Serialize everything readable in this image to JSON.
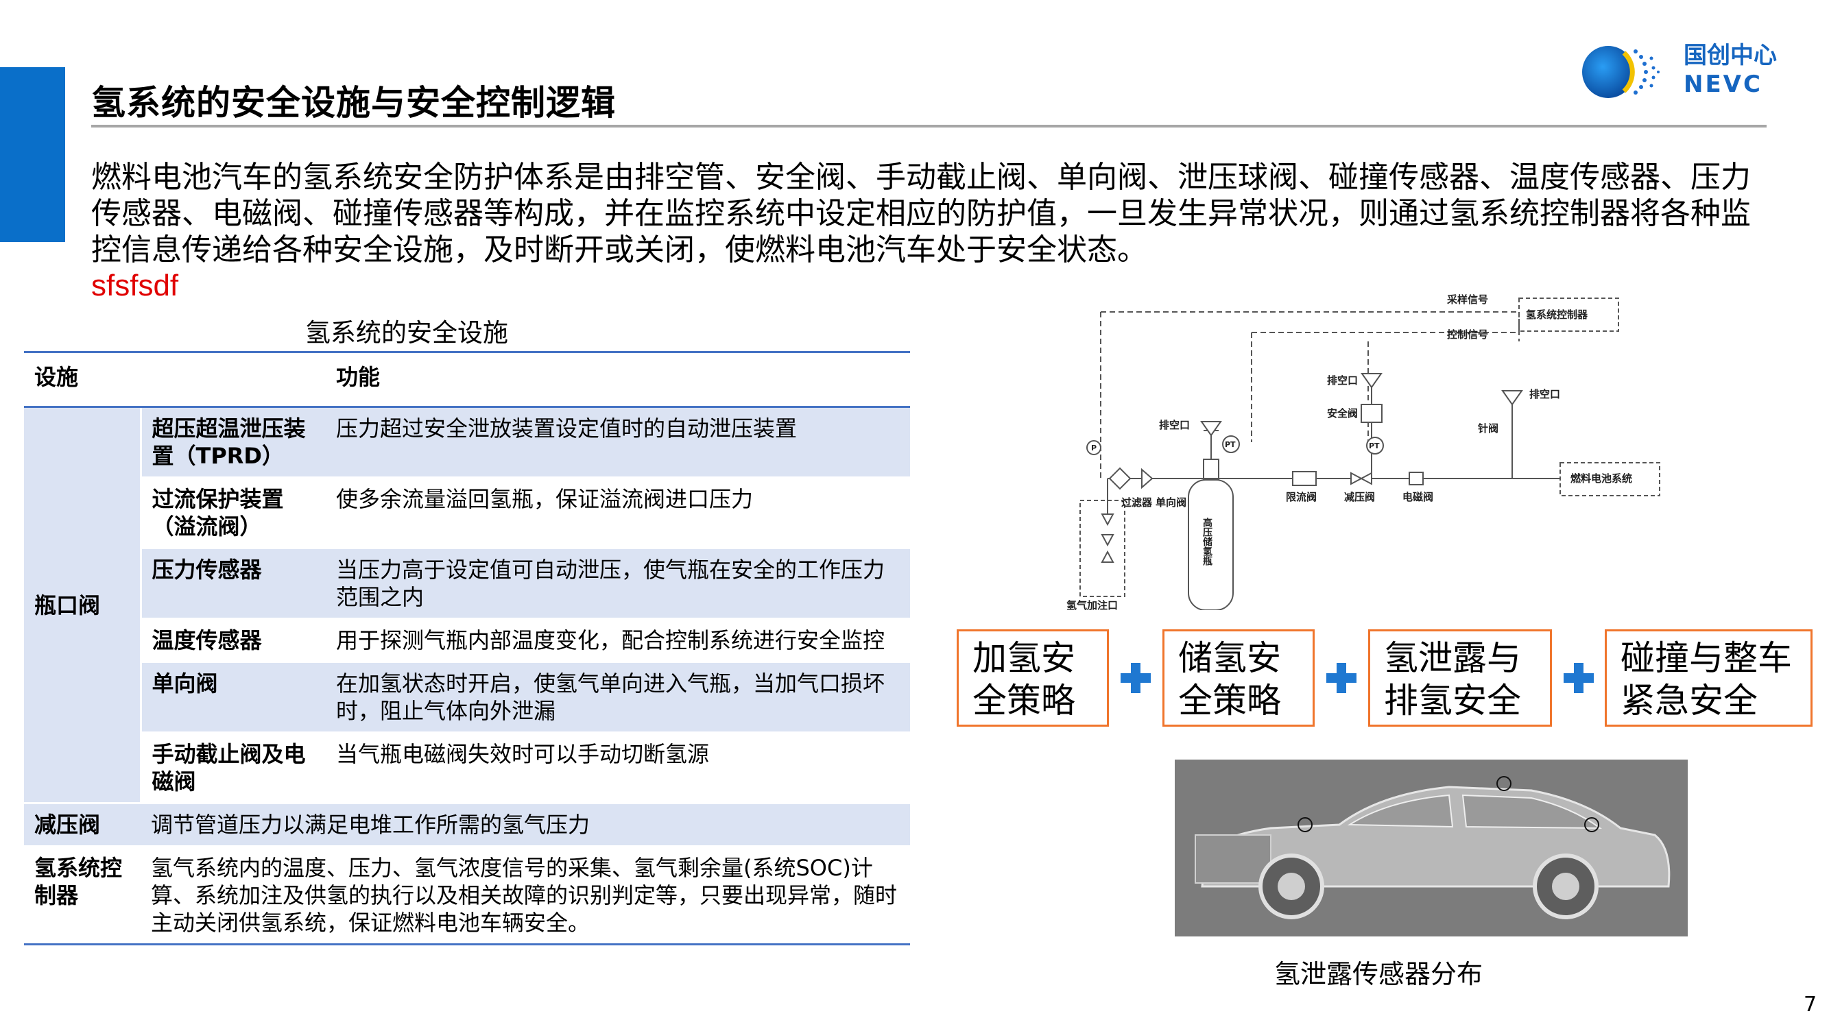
{
  "header": {
    "title": "氢系统的安全设施与安全控制逻辑"
  },
  "logo": {
    "line1": "国创中心",
    "line2": "NEVC"
  },
  "intro": "燃料电池汽车的氢系统安全防护体系是由排空管、安全阀、手动截止阀、单向阀、泄压球阀、碰撞传感器、温度传感器、压力传感器、电磁阀、碰撞传感器等构成，并在监控系统中设定相应的防护值，一旦发生异常状况，则通过氢系统控制器将各种监控信息传递给各种安全设施，及时断开或关闭，使燃料电池汽车处于安全状态。",
  "red_note": "sfsfsdf",
  "table": {
    "caption": "氢系统的安全设施",
    "headers": [
      "设施",
      "功能"
    ],
    "group_bottle": "瓶口阀",
    "bottle_rows": [
      {
        "name": "超压超温泄压装置（TPRD）",
        "func": "压力超过安全泄放装置设定值时的自动泄压装置"
      },
      {
        "name": "过流保护装置（溢流阀）",
        "func": "使多余流量溢回氢瓶，保证溢流阀进口压力"
      },
      {
        "name": "压力传感器",
        "func": "当压力高于设定值可自动泄压，使气瓶在安全的工作压力范围之内"
      },
      {
        "name": "温度传感器",
        "func": "用于探测气瓶内部温度变化，配合控制系统进行安全监控"
      },
      {
        "name": "单向阀",
        "func": "在加氢状态时开启，使氢气单向进入气瓶，当加气口损坏时，阻止气体向外泄漏"
      },
      {
        "name": "手动截止阀及电磁阀",
        "func": "当气瓶电磁阀失效时可以手动切断氢源"
      }
    ],
    "reducer": {
      "name": "减压阀",
      "func": "调节管道压力以满足电堆工作所需的氢气压力"
    },
    "controller": {
      "name": "氢系统控制器",
      "func": "氢气系统内的温度、压力、氢气浓度信号的采集、氢气剩余量(系统SOC)计算、系统加注及供氢的执行以及相关故障的识别判定等，只要出现异常，随时主动关闭供氢系统，保证燃料电池车辆安全。"
    }
  },
  "schematic": {
    "sample_signal": "采样信号",
    "controller": "氢系统控制器",
    "control_signal": "控制信号",
    "vent1": "排空口",
    "vent2": "排空口",
    "vent3": "排空口",
    "safety_valve": "安全阀",
    "needle_valve": "针阀",
    "fuel_cell": "燃料电池系统",
    "filter": "过滤器",
    "check_valve": "单向阀",
    "flow_limit": "限流阀",
    "reducer": "减压阀",
    "solenoid": "电磁阀",
    "refuel_port": "氢气加注口",
    "tank": "高压储氢瓶",
    "p_label": "P",
    "pt_label": "PT"
  },
  "strategies": [
    "加氢安全策略",
    "储氢安全策略",
    "氢泄露与排氢安全",
    "碰撞与整车紧急安全"
  ],
  "figure": {
    "caption": "氢泄露传感器分布"
  },
  "page_number": "7",
  "colors": {
    "accent_blue": "#0a6fc9",
    "table_blue": "#4472c4",
    "shade": "#dbe3f3",
    "orange": "#f0752c",
    "red": "#e00000"
  }
}
